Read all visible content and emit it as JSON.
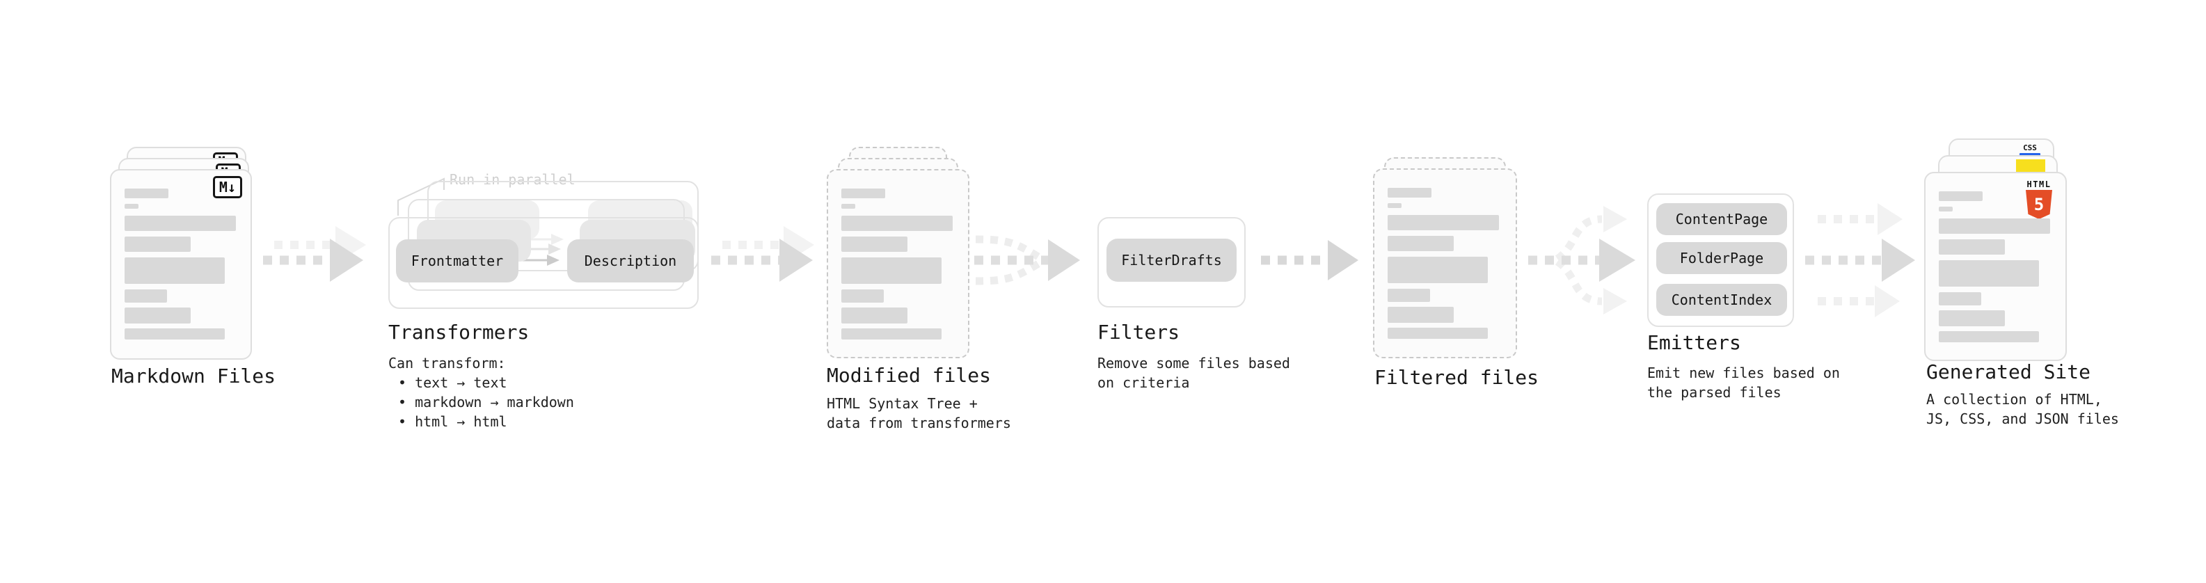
{
  "diagram": {
    "markdown_files": {
      "label": "Markdown Files",
      "badge": "M↓"
    },
    "transformers": {
      "callout": "Run in parallel",
      "pill_left": "Frontmatter",
      "pill_right": "Description",
      "label": "Transformers",
      "note_heading": "Can transform:",
      "bullets": [
        "• text → text",
        "• markdown → markdown",
        "• html → html"
      ]
    },
    "modified_files": {
      "label": "Modified files",
      "subtext": "HTML Syntax Tree +\ndata from transformers"
    },
    "filters": {
      "pill": "FilterDrafts",
      "label": "Filters",
      "subtext": "Remove some files based\non criteria"
    },
    "filtered_files": {
      "label": "Filtered files"
    },
    "emitters": {
      "pills": [
        "ContentPage",
        "FolderPage",
        "ContentIndex"
      ],
      "label": "Emitters",
      "subtext": "Emit new files based on\nthe parsed files"
    },
    "generated_site": {
      "label": "Generated Site",
      "subtext": "A collection of HTML,\nJS, CSS, and JSON files",
      "badge_html_word": "HTML",
      "badge_html_number": "5",
      "badge_css": "CSS"
    }
  },
  "icons": {
    "markdown_badge": "markdown-icon",
    "html5_badge": "html5-icon",
    "js_badge": "javascript-icon",
    "css_badge": "css-icon"
  },
  "colors": {
    "html5_orange": "#e44d26",
    "js_yellow": "#f7df1e",
    "css_blue": "#2563eb",
    "arrow_dark": "#dadada",
    "arrow_light": "#f1f1f1",
    "text": "#1a1a1a",
    "callout_muted": "#cfcfcf"
  }
}
